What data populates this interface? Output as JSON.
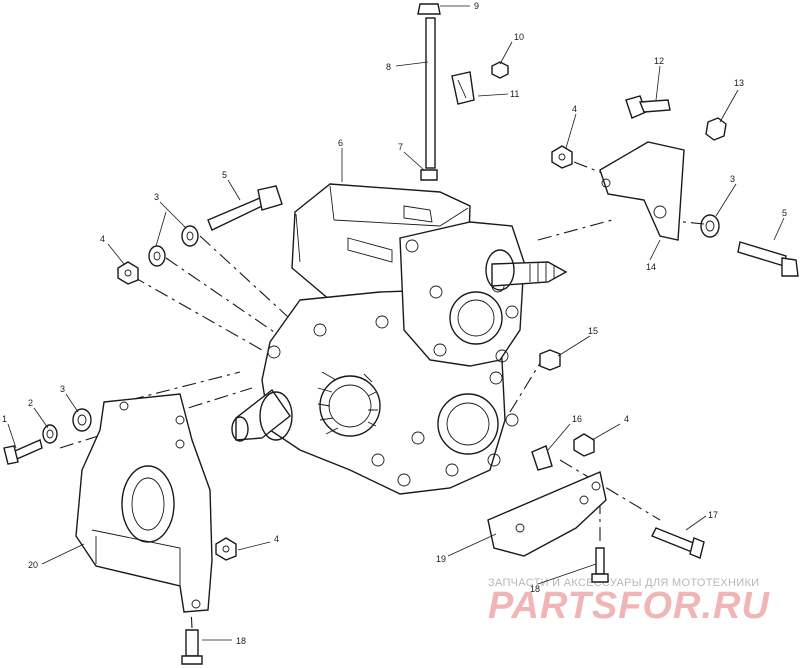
{
  "callouts": {
    "c1": "1",
    "c2": "2",
    "c3a": "3",
    "c3b": "3",
    "c3c": "3",
    "c4a": "4",
    "c4b": "4",
    "c4c": "4",
    "c4d": "4",
    "c5a": "5",
    "c5b": "5",
    "c6": "6",
    "c7": "7",
    "c8": "8",
    "c9": "9",
    "c10": "10",
    "c11": "11",
    "c12": "12",
    "c13": "13",
    "c14": "14",
    "c15": "15",
    "c16": "16",
    "c17": "17",
    "c18a": "18",
    "c18b": "18",
    "c19": "19",
    "c20": "20"
  },
  "watermark": {
    "tagline": "ЗАПЧАСТИ И АКСЕССУАРЫ ДЛЯ МОТОТЕХНИКИ",
    "brand": "PARTSFOR.RU"
  }
}
